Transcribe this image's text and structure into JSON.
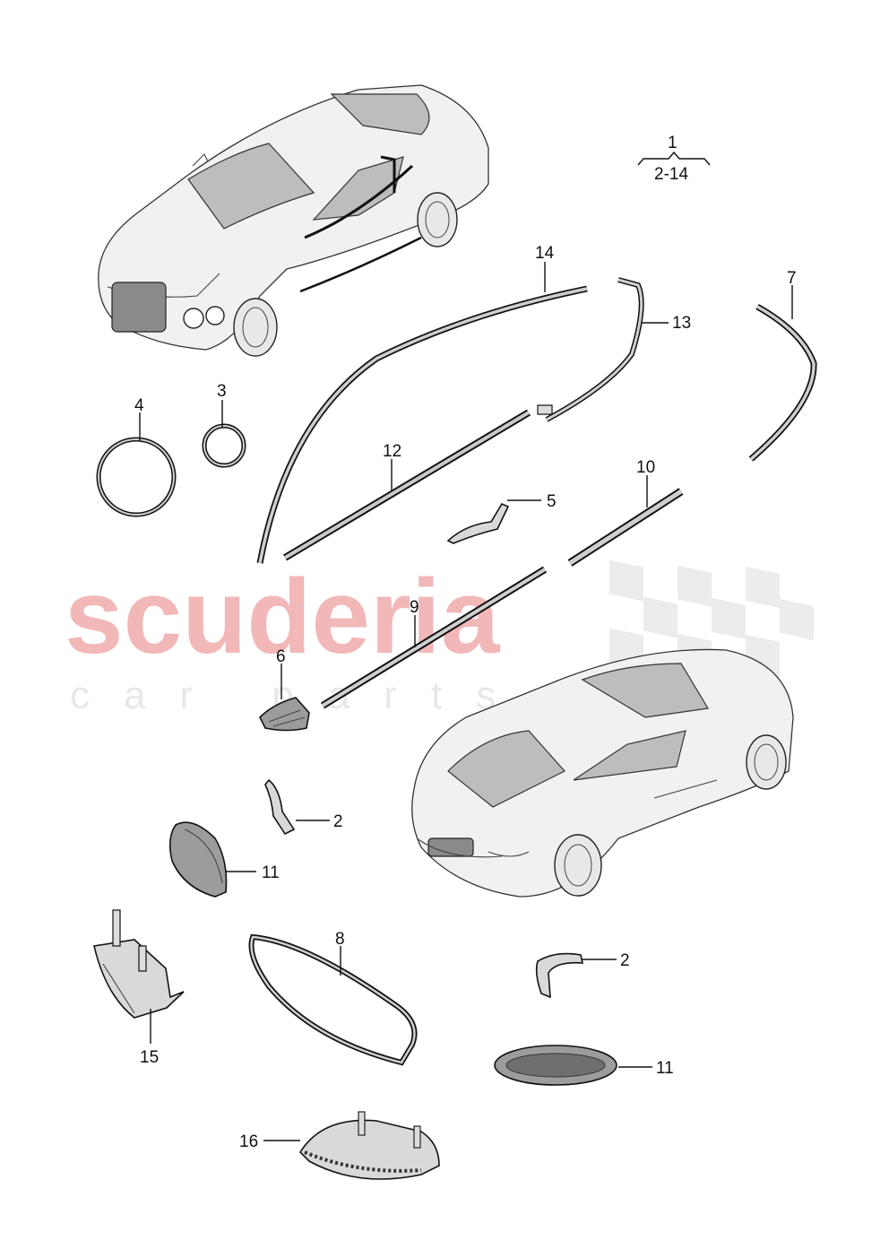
{
  "watermark": {
    "main": "scuderia",
    "sub": "car parts",
    "color": "#f2b7b7"
  },
  "assembly_note": {
    "top": "1",
    "bottom": "2-14"
  },
  "callouts": {
    "c14": "14",
    "c13": "13",
    "c7": "7",
    "c4": "4",
    "c3": "3",
    "c12": "12",
    "c5": "5",
    "c10": "10",
    "c9": "9",
    "c6": "6",
    "c2a": "2",
    "c11a": "11",
    "c8": "8",
    "c2b": "2",
    "c15": "15",
    "c11b": "11",
    "c16": "16"
  },
  "parts": [
    {
      "id": "window-trim-upper",
      "callout": "14"
    },
    {
      "id": "b-pillar-trim",
      "callout": "13"
    },
    {
      "id": "rear-quarter-trim",
      "callout": "7"
    },
    {
      "id": "large-lamp-ring",
      "callout": "4"
    },
    {
      "id": "small-lamp-ring",
      "callout": "3"
    },
    {
      "id": "belt-line-trim",
      "callout": "12"
    },
    {
      "id": "door-handle",
      "callout": "5"
    },
    {
      "id": "rear-sill-trim",
      "callout": "10"
    },
    {
      "id": "sill-trim",
      "callout": "9"
    },
    {
      "id": "wing-vent",
      "callout": "6"
    },
    {
      "id": "trim-clip",
      "callout": "2"
    },
    {
      "id": "tail-lamp-surround",
      "callout": "11"
    },
    {
      "id": "grille-surround",
      "callout": "8"
    },
    {
      "id": "bracket-lamp-housing",
      "callout": "15"
    },
    {
      "id": "rear-diffuser-lamp",
      "callout": "16"
    }
  ]
}
